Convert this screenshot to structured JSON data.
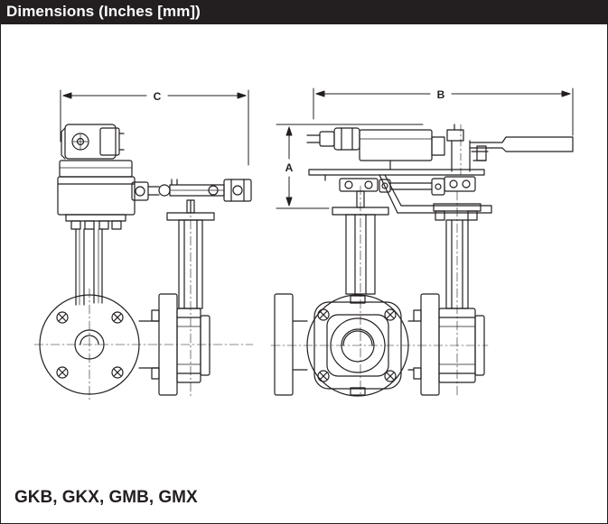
{
  "header": {
    "title": "Dimensions (Inches [mm])"
  },
  "drawing": {
    "dimension_labels": {
      "a": "A",
      "b": "B",
      "c": "C"
    }
  },
  "caption": "GKB, GKX, GMB, GMX"
}
